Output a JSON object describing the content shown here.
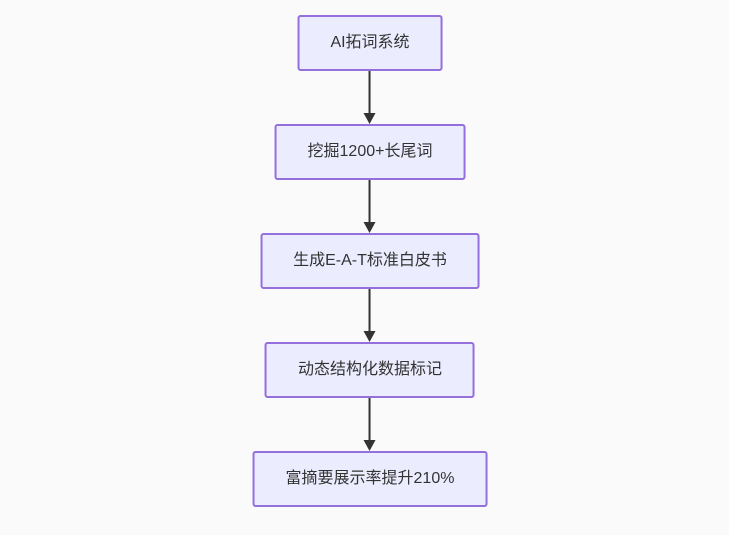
{
  "page": {
    "background_color": "#fafafa"
  },
  "flowchart": {
    "type": "flowchart-top-down",
    "node_fill_color": "#ECECFF",
    "node_border_color": "#9370DB",
    "node_text_color": "#333333",
    "arrow_color": "#333333",
    "nodes": [
      {
        "label": "AI拓词系统"
      },
      {
        "label": "挖掘1200+长尾词"
      },
      {
        "label": "生成E-A-T标准白皮书"
      },
      {
        "label": "动态结构化数据标记"
      },
      {
        "label": "富摘要展示率提升210%"
      }
    ],
    "connections": "each node connects to the next with a downward arrow"
  }
}
